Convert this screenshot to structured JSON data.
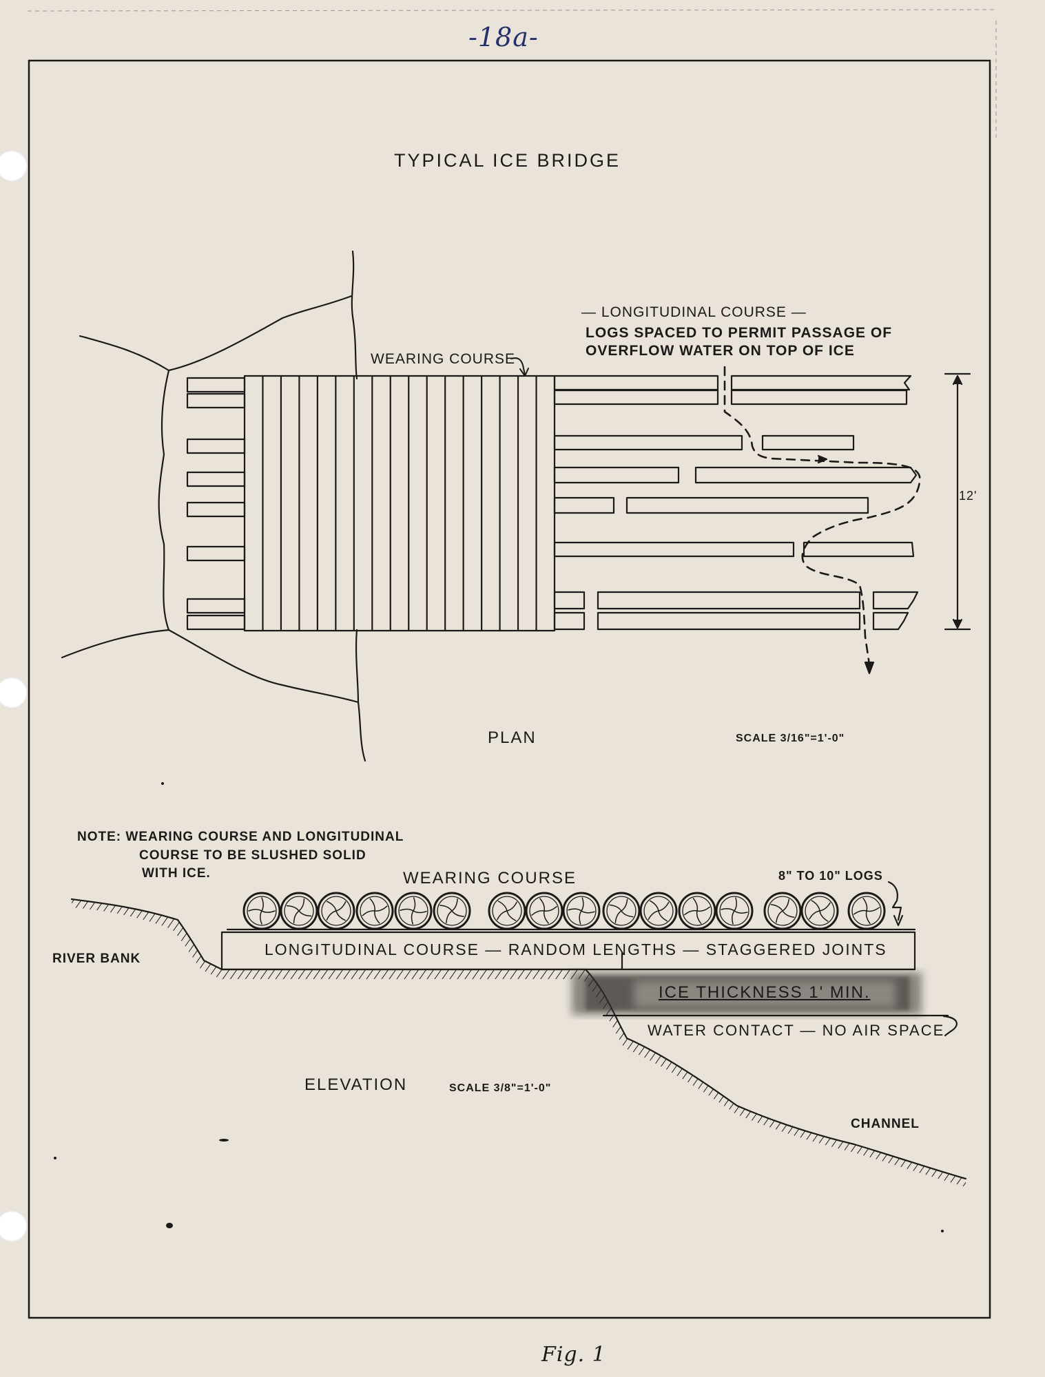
{
  "page_number": "-18a-",
  "title": "TYPICAL ICE BRIDGE",
  "plan": {
    "wearing_course": "WEARING COURSE",
    "longitudinal_heading": "— LONGITUDINAL COURSE —",
    "logs_line1": "LOGS SPACED TO PERMIT PASSAGE OF",
    "logs_line2": "OVERFLOW WATER ON TOP OF ICE",
    "dimension": "12'",
    "label": "PLAN",
    "scale": "SCALE 3/16\"=1'-0\""
  },
  "note": {
    "line1": "NOTE: WEARING COURSE AND LONGITUDINAL",
    "line2": "COURSE TO BE SLUSHED SOLID",
    "line3": "WITH ICE."
  },
  "elevation": {
    "wearing_course": "WEARING COURSE",
    "logs": "8\" TO 10\" LOGS",
    "river_bank": "RIVER BANK",
    "longitudinal": "LONGITUDINAL COURSE — RANDOM LENGTHS — STAGGERED JOINTS",
    "ice": "ICE THICKNESS 1' MIN.",
    "water": "WATER CONTACT — NO AIR SPACE",
    "label": "ELEVATION",
    "scale": "SCALE 3/8\"=1'-0\"",
    "channel": "CHANNEL"
  },
  "figure_label": "Fig. 1"
}
